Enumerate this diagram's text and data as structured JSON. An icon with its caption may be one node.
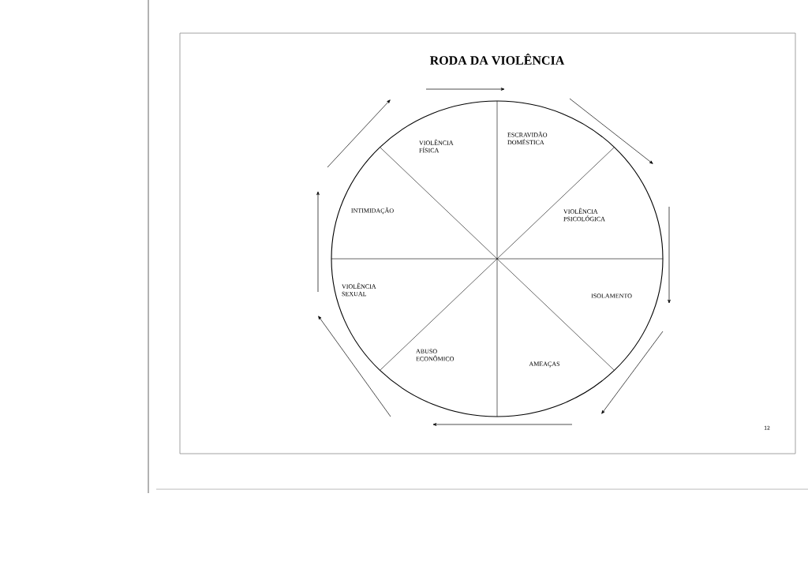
{
  "diagram": {
    "title": "RODA DA VIOLÊNCIA",
    "nodes": [
      {
        "text": [],
        "shape": "circle"
      },
      {
        "text": [
          "VIOLÊNCIA FÍSICA"
        ],
        "in": 0
      },
      {
        "text": [
          "ESCRAVIDÃO DOMÉSTICA"
        ],
        "in": 0
      },
      {
        "text": [
          "VIOLÊNCIA PSICOLÓGICA"
        ],
        "in": 0
      },
      {
        "text": [
          "ISOLAMENTO"
        ],
        "in": 0
      },
      {
        "text": [
          "AMEAÇAS"
        ],
        "in": 0
      },
      {
        "text": [
          "ABUSO ECONÔMICO"
        ],
        "in": 0
      },
      {
        "text": [
          "VIOLÊNCIA SEXUAL"
        ],
        "in": 0
      },
      {
        "text": [
          "INTIMIDAÇÃO"
        ],
        "in": 0
      }
    ],
    "labels": [
      "12"
    ]
  }
}
